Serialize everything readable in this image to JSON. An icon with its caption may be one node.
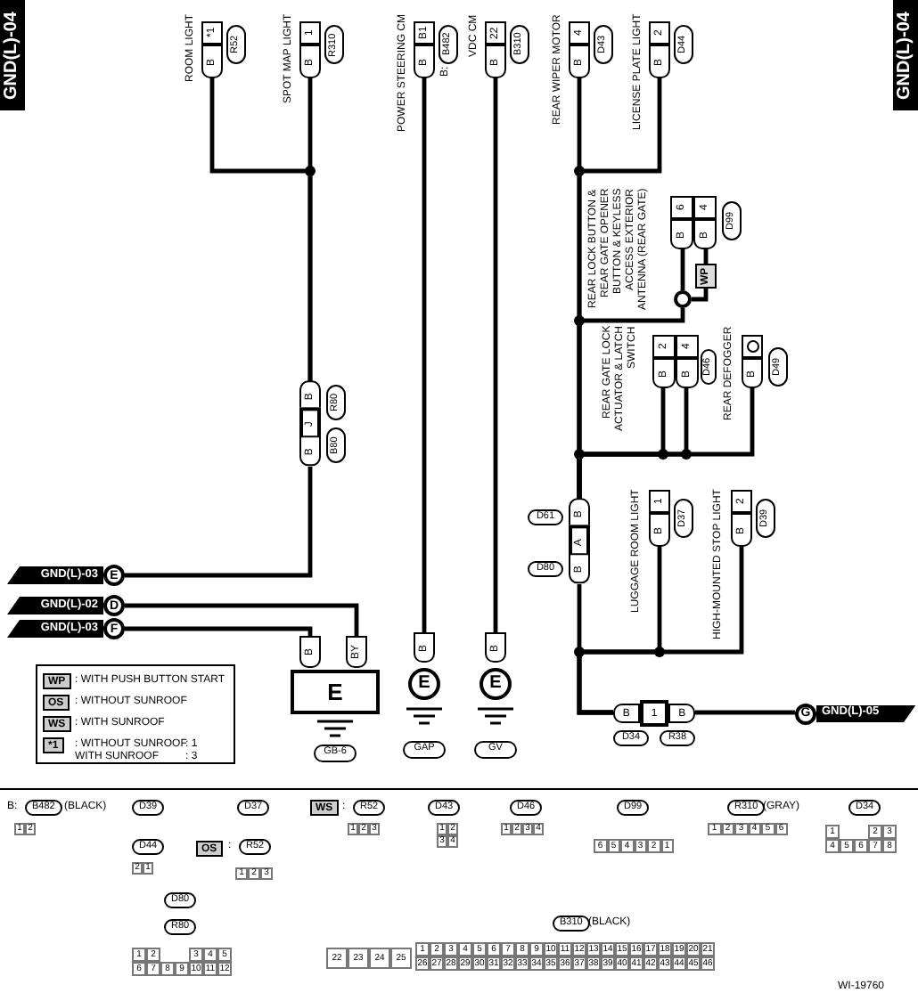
{
  "diagram": {
    "nodes": [
      {
        "text": [
          "*1",
          "B"
        ],
        "beside": [
          "ROOM LIGHT"
        ]
      },
      {
        "text": [
          "R52"
        ]
      },
      {
        "text": [
          "1",
          "B"
        ],
        "beside": [
          "SPOT MAP LIGHT"
        ]
      },
      {
        "text": [
          "R310"
        ]
      },
      {
        "text": [
          "B1",
          "B"
        ],
        "beside": [
          "POWER STEERING CM"
        ]
      },
      {
        "text": [
          "B482"
        ],
        "beside": [
          "B:"
        ]
      },
      {
        "text": [
          "22",
          "B"
        ],
        "beside": [
          "VDC CM"
        ]
      },
      {
        "text": [
          "B310"
        ]
      },
      {
        "text": [
          "4",
          "B"
        ],
        "beside": [
          "REAR WIPER MOTOR"
        ]
      },
      {
        "text": [
          "D43"
        ]
      },
      {
        "text": [
          "2",
          "B"
        ],
        "beside": [
          "LICENSE PLATE LIGHT"
        ]
      },
      {
        "text": [
          "D44"
        ]
      },
      {
        "text": [
          "6",
          "B",
          "4",
          "B"
        ],
        "beside": [
          "REAR LOCK BUTTON & REAR GATE OPENER BUTTON & KEYLESS ACCESS EXTERIOR ANTENNA (REAR GATE)"
        ]
      },
      {
        "text": [
          "D99"
        ]
      },
      {
        "text": [
          "WP"
        ]
      },
      {
        "text": [],
        "shape": "circle"
      },
      {
        "text": [
          "2",
          "B",
          "4",
          "B"
        ],
        "beside": [
          "REAR GATE LOCK ACTUATOR & LATCH SWITCH"
        ]
      },
      {
        "text": [
          "D46"
        ]
      },
      {
        "text": [
          "B"
        ],
        "beside": [
          "REAR DEFOGGER"
        ]
      },
      {
        "text": [
          "D49"
        ]
      },
      {
        "text": [
          "B",
          "J",
          "B"
        ]
      },
      {
        "text": [
          "R80"
        ]
      },
      {
        "text": [
          "B80"
        ]
      },
      {
        "text": [
          "B",
          "A",
          "B"
        ]
      },
      {
        "text": [
          "D61"
        ]
      },
      {
        "text": [
          "D80"
        ]
      },
      {
        "text": [
          "1",
          "B"
        ],
        "beside": [
          "LUGGAGE ROOM LIGHT"
        ]
      },
      {
        "text": [
          "D37"
        ]
      },
      {
        "text": [
          "2",
          "B"
        ],
        "beside": [
          "HIGH-MOUNTED STOP LIGHT"
        ]
      },
      {
        "text": [
          "D39"
        ]
      },
      {
        "text": [
          "B",
          "1",
          "B"
        ]
      },
      {
        "text": [
          "D34"
        ]
      },
      {
        "text": [
          "R38"
        ]
      },
      {
        "text": [
          "G",
          "GND(L)-05"
        ]
      },
      {
        "text": [
          "GND(L)-03",
          "E"
        ]
      },
      {
        "text": [
          "GND(L)-02",
          "D"
        ]
      },
      {
        "text": [
          "GND(L)-03",
          "F"
        ]
      },
      {
        "text": [
          "B",
          "BY",
          "E"
        ]
      },
      {
        "text": [
          "GB-6"
        ]
      },
      {
        "text": [
          "B",
          "E"
        ]
      },
      {
        "text": [
          "GAP"
        ]
      },
      {
        "text": [
          "B",
          "E"
        ]
      },
      {
        "text": [
          "GV"
        ]
      }
    ],
    "edges": [
      {
        "from": 0,
        "to": 20,
        "arrow": "none"
      },
      {
        "from": 2,
        "to": 20,
        "arrow": "none"
      },
      {
        "from": 20,
        "to": 34,
        "arrow": "none"
      },
      {
        "from": 35,
        "to": 37,
        "arrow": "none"
      },
      {
        "from": 36,
        "to": 37,
        "arrow": "none"
      },
      {
        "from": 4,
        "to": 39,
        "arrow": "none"
      },
      {
        "from": 6,
        "to": 41,
        "arrow": "none"
      },
      {
        "from": 8,
        "to": 23,
        "arrow": "none"
      },
      {
        "from": 10,
        "to": 23,
        "arrow": "none"
      },
      {
        "from": 12,
        "to": 15,
        "arrow": "none"
      },
      {
        "from": 12,
        "to": 14,
        "arrow": "none"
      },
      {
        "from": 14,
        "to": 15,
        "arrow": "none"
      },
      {
        "from": 15,
        "to": 23,
        "arrow": "none"
      },
      {
        "from": 16,
        "to": 23,
        "arrow": "none"
      },
      {
        "from": 16,
        "to": 23,
        "arrow": "none"
      },
      {
        "from": 18,
        "to": 23,
        "arrow": "none"
      },
      {
        "from": 23,
        "to": 30,
        "arrow": "none"
      },
      {
        "from": 26,
        "to": 30,
        "arrow": "none"
      },
      {
        "from": 28,
        "to": 30,
        "arrow": "none"
      },
      {
        "from": 30,
        "to": 33,
        "arrow": "none"
      }
    ],
    "labels": [
      "GND(L)-04",
      "GND(L)-04",
      "WP",
      ": WITH PUSH BUTTON START",
      "OS",
      ": WITHOUT SUNROOF",
      "WS",
      ": WITH SUNROOF",
      "*1",
      ": WITHOUT SUNROOF",
      ": 1",
      "WITH SUNROOF",
      ": 3",
      "B:",
      "B482",
      "(BLACK)",
      "D39",
      "D44",
      "D37",
      "OS",
      ":",
      "R52",
      "WS",
      ":",
      "R52",
      "D43",
      "D46",
      "D99",
      "R310",
      "(GRAY)",
      "D34",
      "1",
      "2",
      "2",
      "1",
      "1",
      "2",
      "3",
      "1",
      "2",
      "3",
      "1",
      "2",
      "3",
      "4",
      "1",
      "2",
      "3",
      "4",
      "6",
      "5",
      "4",
      "3",
      "2",
      "1",
      "1",
      "2",
      "3",
      "4",
      "5",
      "6",
      "1",
      "2",
      "3",
      "4",
      "5",
      "6",
      "7",
      "8",
      "D80",
      "R80",
      "1",
      "2",
      "3",
      "4",
      "5",
      "6",
      "7",
      "8",
      "9",
      "10",
      "11",
      "12",
      "B310",
      "(BLACK)",
      "22",
      "23",
      "24",
      "25",
      "1",
      "2",
      "3",
      "4",
      "5",
      "6",
      "7",
      "8",
      "9",
      "10",
      "11",
      "12",
      "13",
      "14",
      "15",
      "16",
      "17",
      "18",
      "19",
      "20",
      "21",
      "26",
      "27",
      "28",
      "29",
      "30",
      "31",
      "32",
      "33",
      "34",
      "35",
      "36",
      "37",
      "38",
      "39",
      "40",
      "41",
      "42",
      "43",
      "44",
      "45",
      "46",
      "WI-19760"
    ]
  }
}
